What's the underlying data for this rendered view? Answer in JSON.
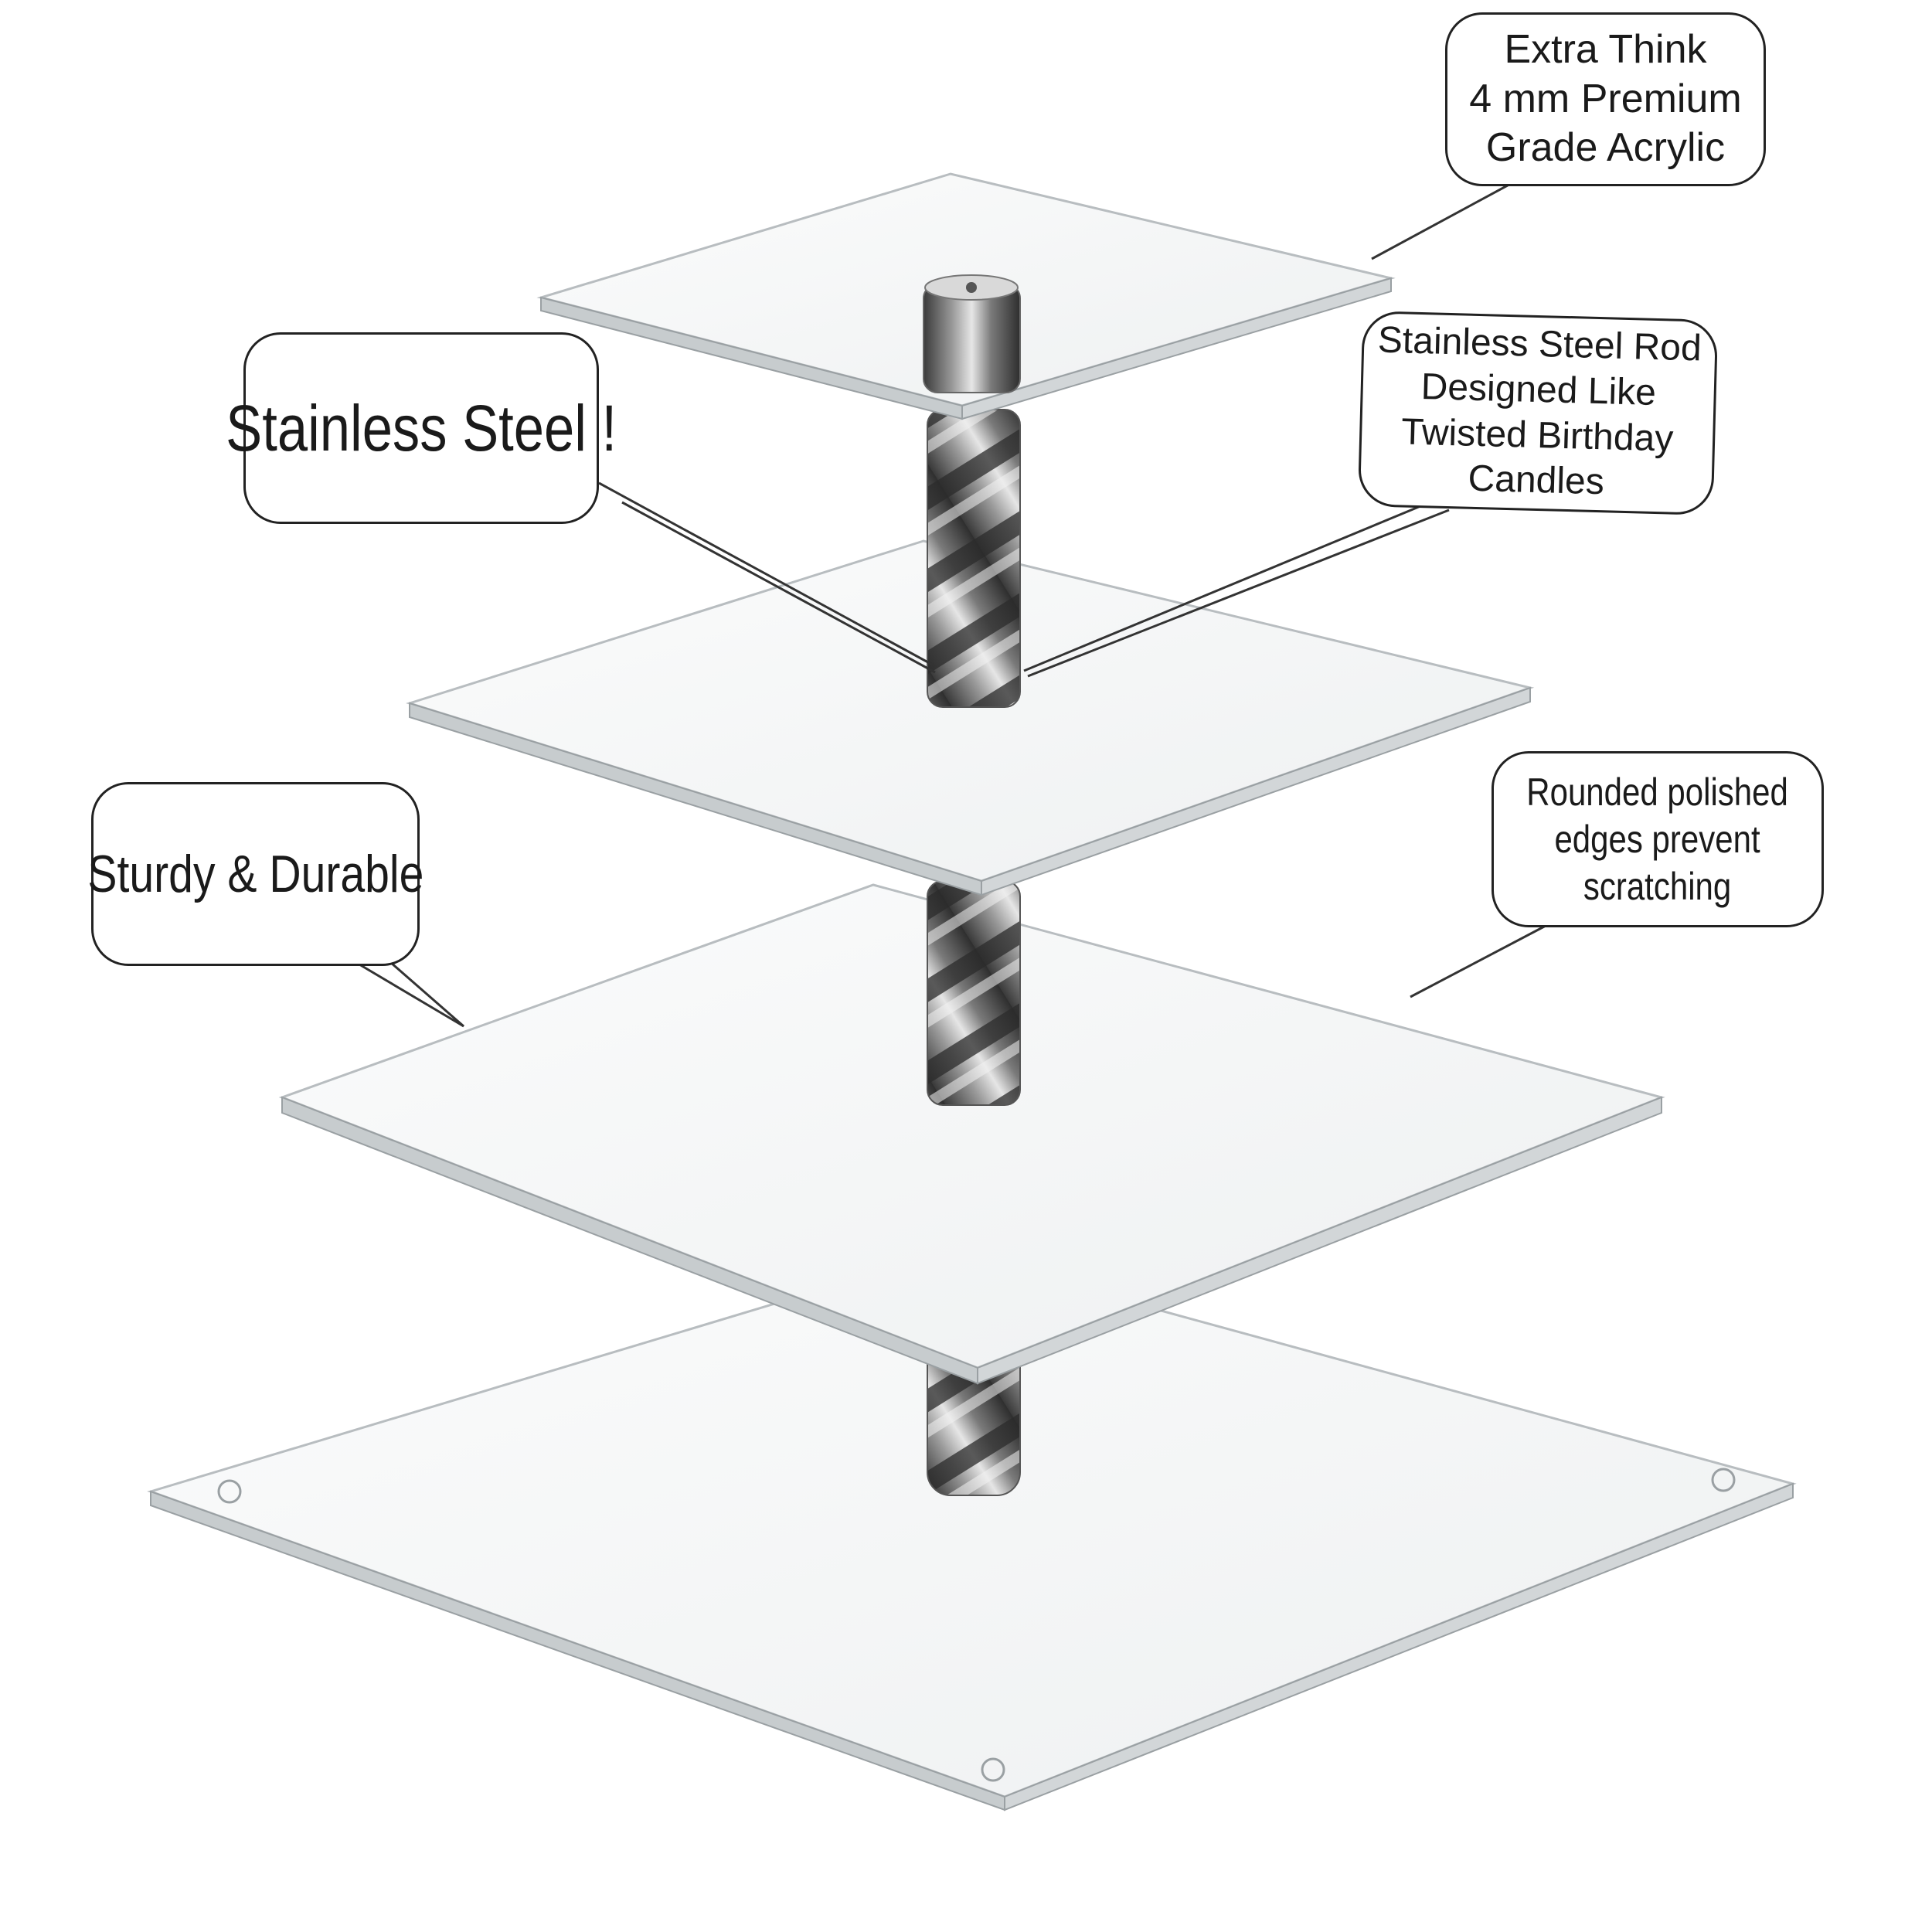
{
  "callouts": {
    "acrylic": {
      "lines": [
        "Extra Think",
        "4 mm Premium",
        "Grade Acrylic"
      ]
    },
    "steel": {
      "text": "Stainless Steel !"
    },
    "rod": {
      "lines": [
        "Stainless Steel Rod",
        "Designed Like",
        "Twisted Birthday",
        "Candles"
      ]
    },
    "edges": {
      "lines": [
        "Rounded polished",
        "edges prevent",
        "scratching"
      ]
    },
    "sturdy": {
      "text": "Sturdy & Durable"
    }
  },
  "colors": {
    "background": "#ffffff",
    "acrylic_fill": "#f7f8f8",
    "acrylic_edge": "#9aa0a3",
    "steel_dark": "#3a3a3a",
    "steel_light": "#e6e6e6",
    "outline": "#222222"
  }
}
